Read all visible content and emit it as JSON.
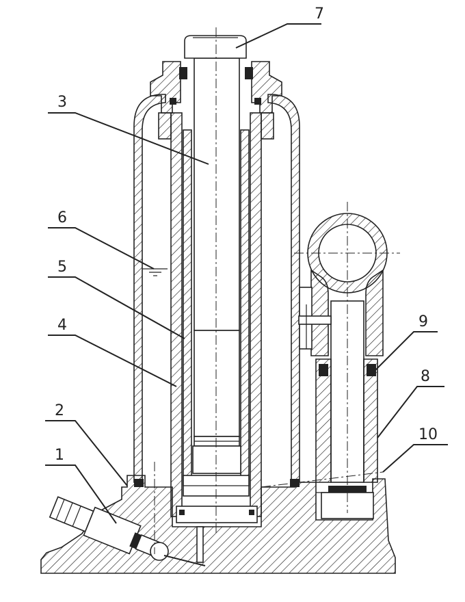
{
  "callouts": [
    {
      "id": "1",
      "text": "1"
    },
    {
      "id": "2",
      "text": "2"
    },
    {
      "id": "3",
      "text": "3"
    },
    {
      "id": "4",
      "text": "4"
    },
    {
      "id": "5",
      "text": "5"
    },
    {
      "id": "6",
      "text": "6"
    },
    {
      "id": "7",
      "text": "7"
    },
    {
      "id": "8",
      "text": "8"
    },
    {
      "id": "9",
      "text": "9"
    },
    {
      "id": "10",
      "text": "10"
    }
  ],
  "colors": {
    "line": "#222222",
    "background": "#ffffff"
  }
}
